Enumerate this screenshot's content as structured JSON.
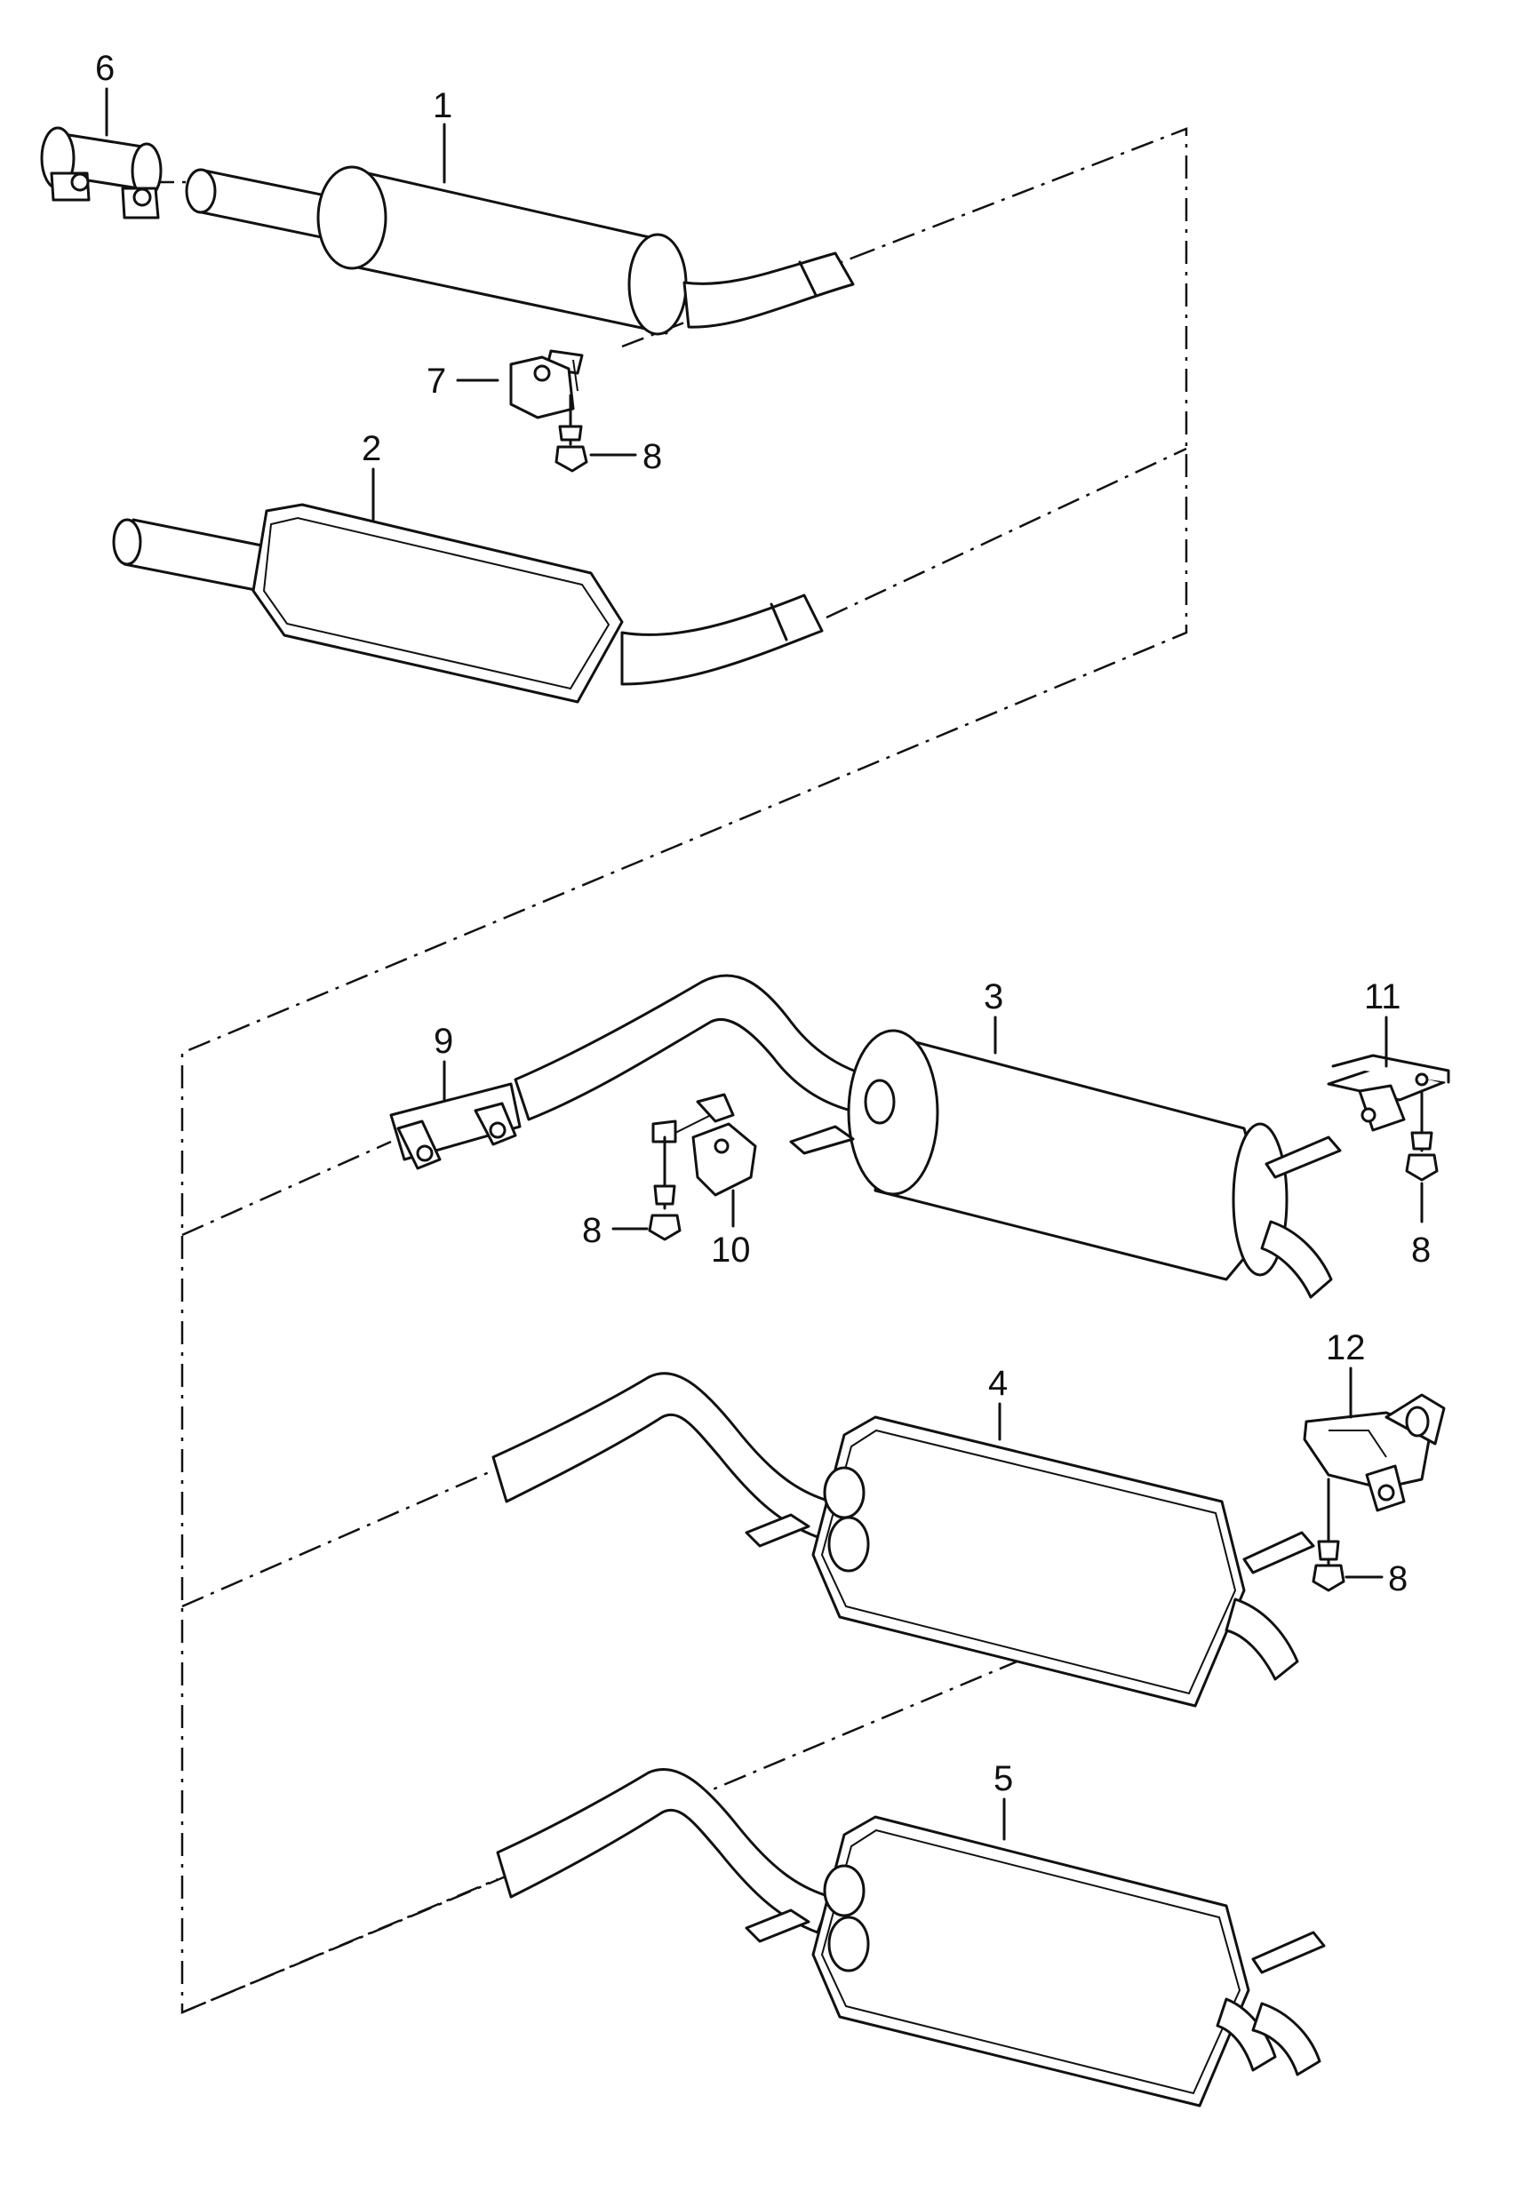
{
  "diagram": {
    "callouts": {
      "p1": "1",
      "p2": "2",
      "p3": "3",
      "p4": "4",
      "p5": "5",
      "p6": "6",
      "p7": "7",
      "p8a": "8",
      "p8b": "8",
      "p8c": "8",
      "p8d": "8",
      "p9": "9",
      "p10": "10",
      "p11": "11",
      "p12": "12"
    }
  }
}
